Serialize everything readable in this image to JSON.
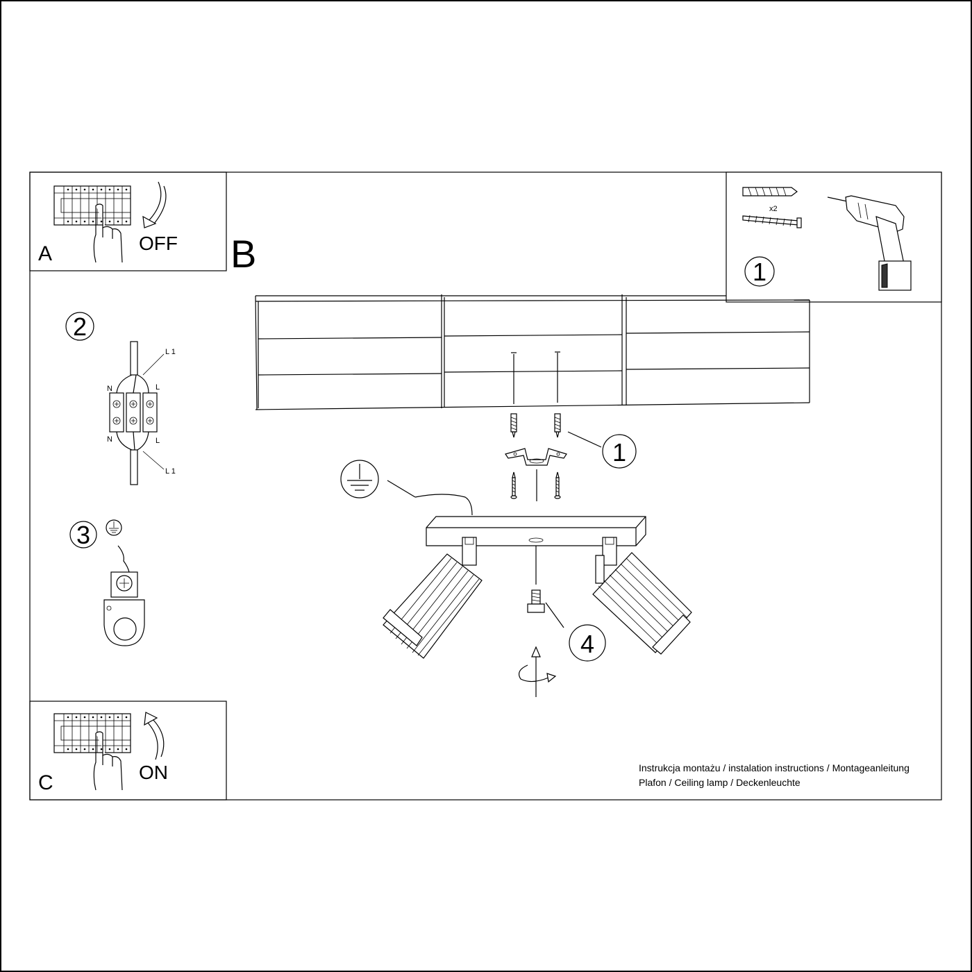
{
  "panels": {
    "a": {
      "letter": "A",
      "action": "OFF"
    },
    "b": {
      "letter": "B"
    },
    "c": {
      "letter": "C",
      "action": "ON"
    }
  },
  "steps": {
    "tools": {
      "number": "1",
      "quantity": "x2"
    },
    "wiring": {
      "number": "2",
      "wires": {
        "top": "L 1",
        "bottom": "L 1",
        "neutral": "N",
        "live": "L"
      }
    },
    "ground": {
      "number": "3"
    },
    "mount": {
      "number": "1"
    },
    "screw": {
      "number": "4"
    }
  },
  "caption": {
    "line1": "Instrukcja montażu / instalation instructions / Montageanleitung",
    "line2": "Plafon / Ceiling lamp / Deckenleuchte"
  },
  "icons": {
    "switch_panel": "circuit-breaker-icon",
    "drill": "drill-icon",
    "ground": "ground-symbol-icon",
    "rotate": "rotate-arrow-icon"
  }
}
